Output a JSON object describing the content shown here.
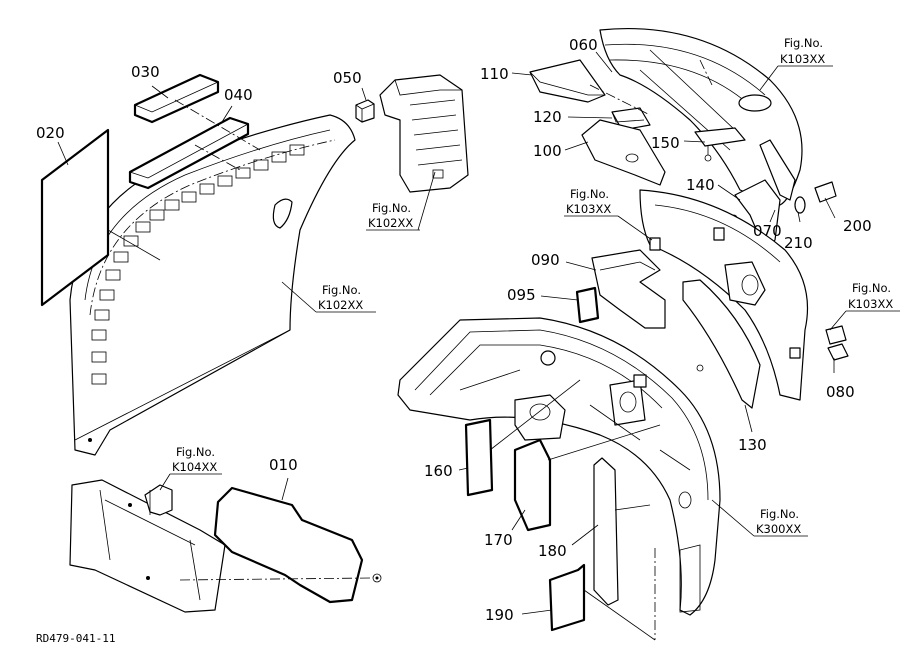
{
  "diagram_code": "RD479-041-11",
  "parts": {
    "p010": "010",
    "p020": "020",
    "p030": "030",
    "p040": "040",
    "p050": "050",
    "p060": "060",
    "p070": "070",
    "p080": "080",
    "p090": "090",
    "p095": "095",
    "p100": "100",
    "p110": "110",
    "p120": "120",
    "p130": "130",
    "p140": "140",
    "p150": "150",
    "p160": "160",
    "p170": "170",
    "p180": "180",
    "p190": "190",
    "p200": "200",
    "p210": "210"
  },
  "fig_refs": {
    "label": "Fig.No.",
    "k102_a": "K102XX",
    "k102_b": "K102XX",
    "k103_a": "K103XX",
    "k103_b": "K103XX",
    "k103_c": "K103XX",
    "k104": "K104XX",
    "k300": "K300XX"
  }
}
